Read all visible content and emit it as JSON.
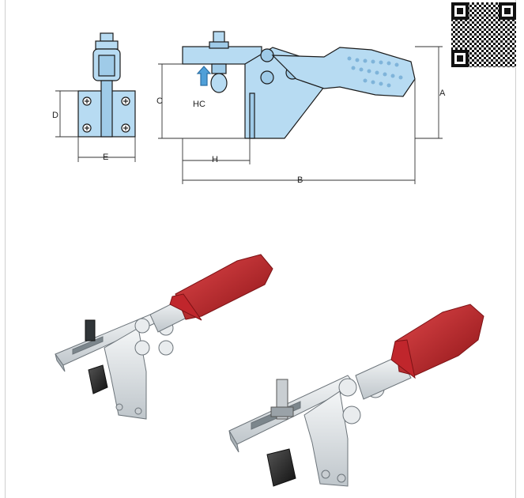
{
  "drawing": {
    "dimension_labels": {
      "A": "A",
      "B": "B",
      "C": "C",
      "D": "D",
      "E": "E",
      "H": "H",
      "HC": "HC"
    }
  },
  "colors": {
    "part_fill": "#b7dbf2",
    "part_stroke": "#1a1a1a",
    "handle_red": "#c0262c",
    "metal": "#dfe3e6"
  }
}
